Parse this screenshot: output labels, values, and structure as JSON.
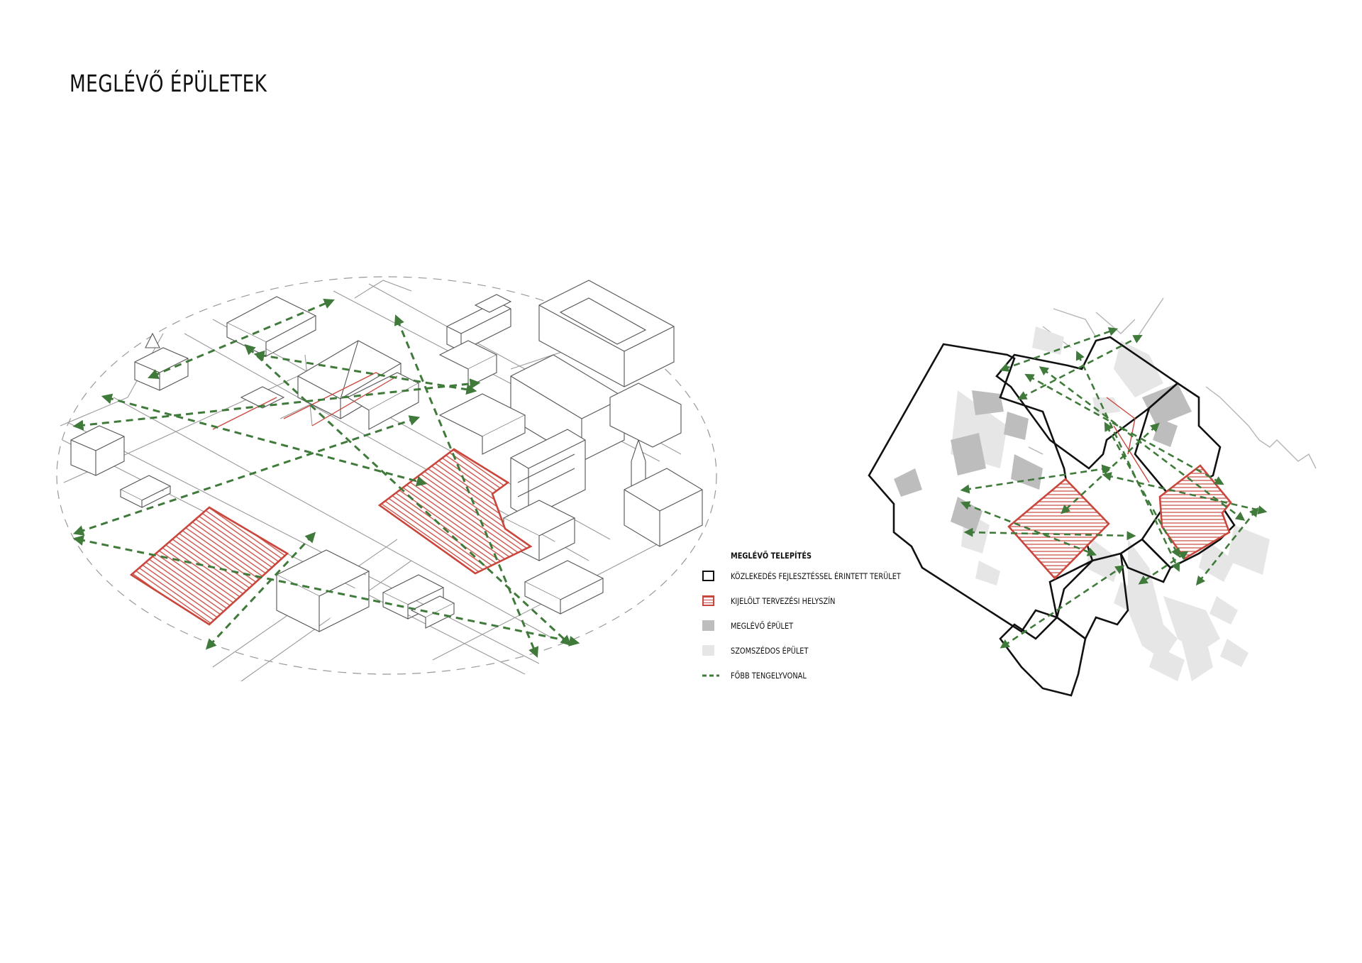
{
  "title": "MEGLÉVŐ ÉPÜLETEK",
  "legend": {
    "heading": "MEGLÉVŐ TELEPÍTÉS",
    "items": [
      {
        "label": "KÖZLEKEDÉS FEJLESZTÉSSEL ÉRINTETT TERÜLET",
        "symbol": "black-outline",
        "color": "#111111"
      },
      {
        "label": "KIJELÖLT TERVEZÉSI HELYSZÍN",
        "symbol": "red-hatch",
        "color": "#c9463d"
      },
      {
        "label": "MEGLÉVŐ ÉPÜLET",
        "symbol": "grey-fill",
        "color": "#bdbdbd"
      },
      {
        "label": "SZOMSZÉDOS ÉPÜLET",
        "symbol": "light-grey-fill",
        "color": "#e6e6e6"
      },
      {
        "label": "FŐBB TENGELYVONAL",
        "symbol": "green-dashed-line",
        "color": "#3f7a3a"
      }
    ]
  }
}
